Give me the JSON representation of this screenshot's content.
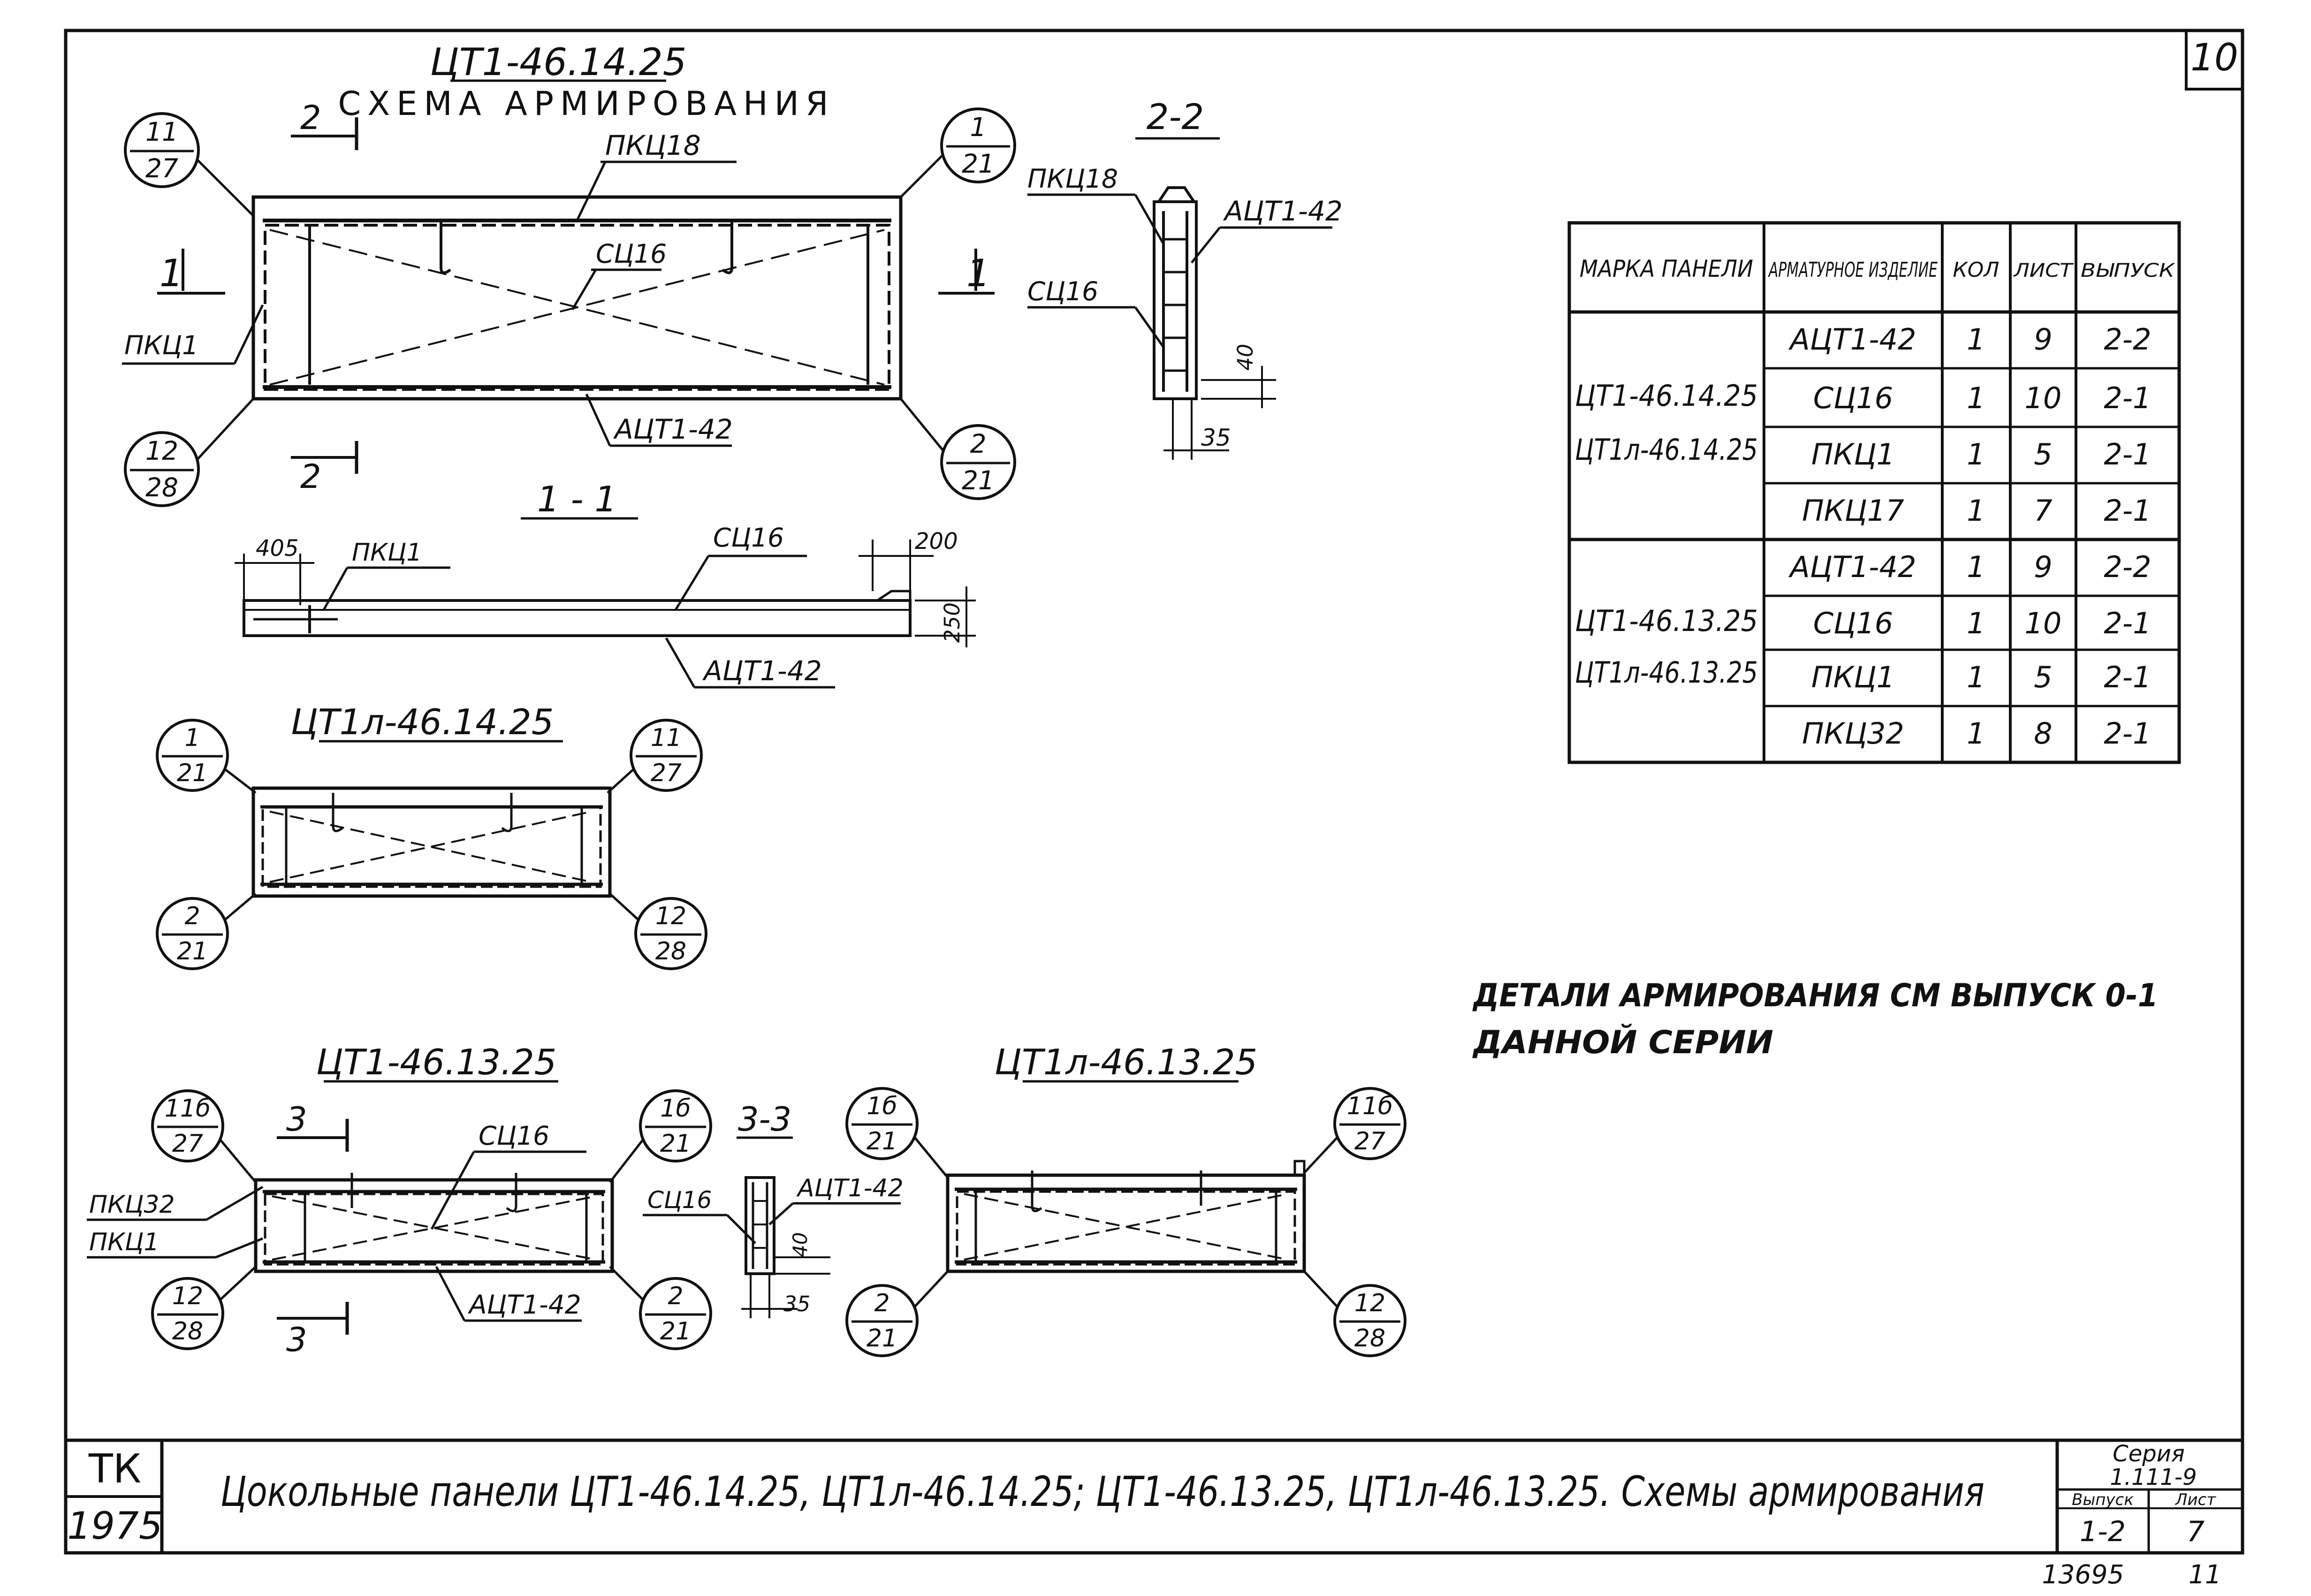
{
  "sheet": {
    "page_number": "10",
    "footer_code": "13695",
    "footer_page": "11"
  },
  "top_main": {
    "title": "ЦТ1-46.14.25",
    "subtitle": "СХЕМА АРМИРОВАНИЯ",
    "label_pkc18": "ПКЦ18",
    "label_sc16": "СЦ16",
    "label_pkc1": "ПКЦ1",
    "label_acz": "АЦТ1-42",
    "cut2_top": "2",
    "cut2_bottom": "2",
    "cut1_left": "1",
    "cut1_right": "1",
    "bubbles": [
      {
        "top": "11",
        "bottom": "27"
      },
      {
        "top": "1",
        "bottom": "21"
      },
      {
        "top": "12",
        "bottom": "28"
      },
      {
        "top": "2",
        "bottom": "21"
      }
    ]
  },
  "section_1_1": {
    "title": "1 - 1",
    "dim_405": "405",
    "dim_200": "200",
    "dim_250": "250",
    "label_pkc1": "ПКЦ1",
    "label_sc16": "СЦ16",
    "label_acz": "АЦТ1-42"
  },
  "section_2_2": {
    "title": "2-2",
    "label_pkc18": "ПКЦ18",
    "label_acz": "АЦТ1-42",
    "label_sc16": "СЦ16",
    "dim_40": "40",
    "dim_35": "35"
  },
  "mid_l": {
    "title": "ЦТ1л-46.14.25",
    "bubbles": [
      {
        "top": "1",
        "bottom": "21"
      },
      {
        "top": "11",
        "bottom": "27"
      },
      {
        "top": "2",
        "bottom": "21"
      },
      {
        "top": "12",
        "bottom": "28"
      }
    ]
  },
  "bottom_left": {
    "title": "ЦТ1-46.13.25",
    "cut3_top": "3",
    "cut3_bottom": "3",
    "label_pkc32": "ПКЦ32",
    "label_pkc1": "ПКЦ1",
    "label_sc16": "СЦ16",
    "label_acz": "АЦТ1-42",
    "bubbles": [
      {
        "top": "11б",
        "bottom": "27"
      },
      {
        "top": "1б",
        "bottom": "21"
      },
      {
        "top": "12",
        "bottom": "28"
      },
      {
        "top": "2",
        "bottom": "21"
      }
    ]
  },
  "section_3_3": {
    "title": "3-3",
    "label_sc16": "СЦ16",
    "label_acz": "АЦТ1-42",
    "dim_40": "40",
    "dim_35": "35"
  },
  "bottom_right": {
    "title": "ЦТ1л-46.13.25",
    "bubbles": [
      {
        "top": "1б",
        "bottom": "21"
      },
      {
        "top": "11б",
        "bottom": "27"
      },
      {
        "top": "2",
        "bottom": "21"
      },
      {
        "top": "12",
        "bottom": "28"
      }
    ]
  },
  "spec_table": {
    "headers": [
      "МАРКА ПАНЕЛИ",
      "АРМАТУРНОЕ ИЗДЕЛИЕ",
      "КОЛ",
      "ЛИСТ",
      "ВЫПУСК"
    ],
    "groups": [
      {
        "panels": [
          "ЦТ1-46.14.25",
          "ЦТ1л-46.14.25"
        ],
        "rows": [
          [
            "АЦТ1-42",
            "1",
            "9",
            "2-2"
          ],
          [
            "СЦ16",
            "1",
            "10",
            "2-1"
          ],
          [
            "ПКЦ1",
            "1",
            "5",
            "2-1"
          ],
          [
            "ПКЦ17",
            "1",
            "7",
            "2-1"
          ]
        ]
      },
      {
        "panels": [
          "ЦТ1-46.13.25",
          "ЦТ1л-46.13.25"
        ],
        "rows": [
          [
            "АЦТ1-42",
            "1",
            "9",
            "2-2"
          ],
          [
            "СЦ16",
            "1",
            "10",
            "2-1"
          ],
          [
            "ПКЦ1",
            "1",
            "5",
            "2-1"
          ],
          [
            "ПКЦ32",
            "1",
            "8",
            "2-1"
          ]
        ]
      }
    ]
  },
  "note": {
    "line1": "ДЕТАЛИ АРМИРОВАНИЯ СМ ВЫПУСК 0-1",
    "line2": "ДАННОЙ СЕРИИ"
  },
  "title_block": {
    "org": "ТК",
    "year": "1975",
    "title": "Цокольные панели ЦТ1-46.14.25, ЦТ1л-46.14.25; ЦТ1-46.13.25, ЦТ1л-46.13.25. Схемы армирования",
    "series_label": "Серия",
    "series_value": "1.111-9",
    "issue_label": "Выпуск",
    "issue_value": "1-2",
    "sheet_label": "Лист",
    "sheet_value": "7"
  }
}
